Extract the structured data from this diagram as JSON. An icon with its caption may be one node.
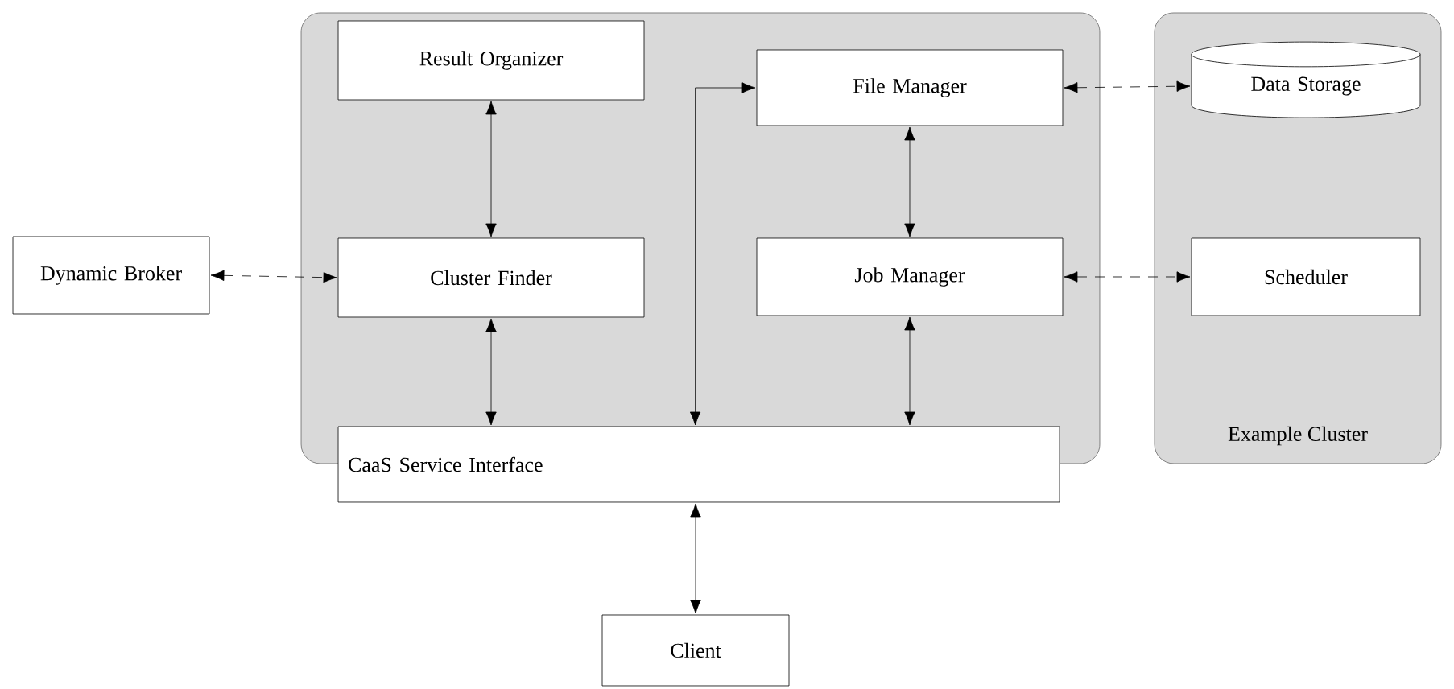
{
  "diagram": {
    "nodes": [
      {
        "text": [],
        "shape": "box"
      },
      {
        "text": [
          "Result Organizer"
        ],
        "in": 0
      },
      {
        "text": [
          "File Manager"
        ],
        "in": 0
      },
      {
        "text": [
          "Example Cluster"
        ]
      },
      {
        "text": [
          "Data Storage"
        ],
        "in": 3
      },
      {
        "text": [
          "Dynamic Broker"
        ]
      },
      {
        "text": [
          "Cluster Finder"
        ],
        "in": 0
      },
      {
        "text": [
          "Job Manager"
        ],
        "in": 0
      },
      {
        "text": [
          "Scheduler"
        ],
        "in": 3
      },
      {
        "text": [
          "CaaS Service Interface"
        ]
      },
      {
        "text": [
          "Client"
        ]
      }
    ],
    "edges": [
      {
        "from": 1,
        "to": 6,
        "arrow": "both"
      },
      {
        "from": 2,
        "to": 7,
        "arrow": "both"
      },
      {
        "from": 2,
        "to": 4,
        "arrow": "both",
        "style": "dashed"
      },
      {
        "from": 5,
        "to": 6,
        "arrow": "both",
        "style": "dashed"
      },
      {
        "from": 7,
        "to": 8,
        "arrow": "both",
        "style": "dashed"
      },
      {
        "from": 6,
        "to": 9,
        "arrow": "both"
      },
      {
        "from": 9,
        "to": 2,
        "arrow": "both"
      },
      {
        "from": 7,
        "to": 9,
        "arrow": "both"
      },
      {
        "from": 9,
        "to": 10,
        "arrow": "both"
      }
    ]
  }
}
